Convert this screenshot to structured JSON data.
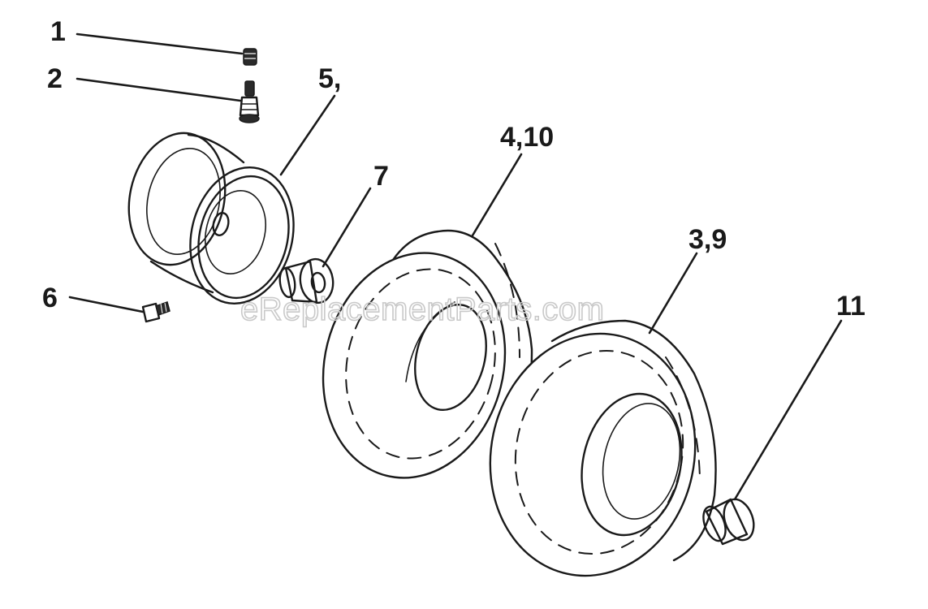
{
  "watermark": "eReplacementParts.com",
  "callouts": [
    {
      "id": "c1",
      "label": "1"
    },
    {
      "id": "c2",
      "label": "2"
    },
    {
      "id": "c5",
      "label": "5,"
    },
    {
      "id": "c7",
      "label": "7"
    },
    {
      "id": "c410",
      "label": "4,10"
    },
    {
      "id": "c39",
      "label": "3,9"
    },
    {
      "id": "c11",
      "label": "11"
    },
    {
      "id": "c6",
      "label": "6"
    }
  ]
}
